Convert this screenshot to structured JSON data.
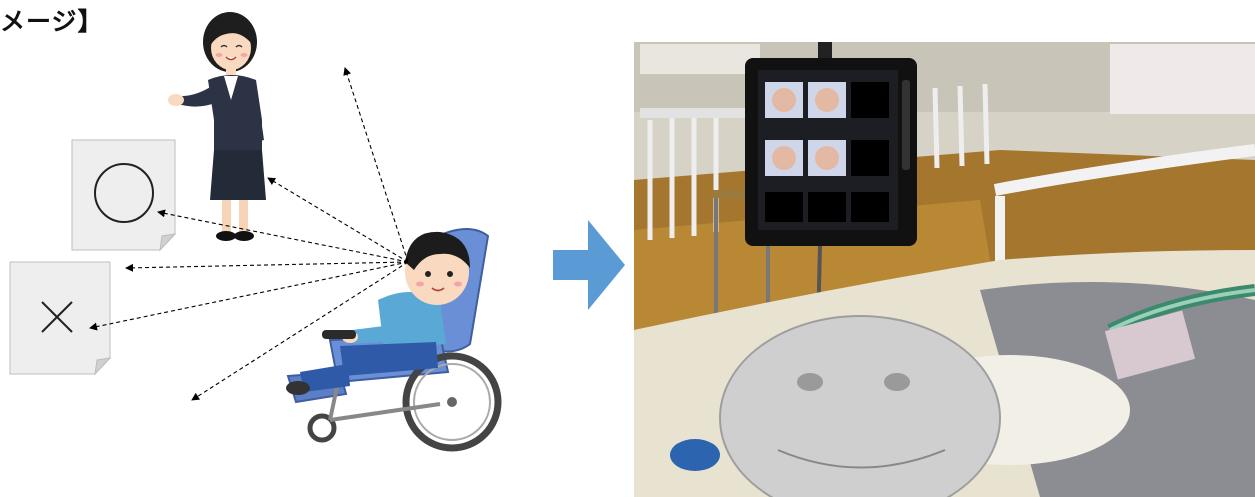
{
  "header": {
    "title": "メージ】"
  },
  "cards": [
    {
      "symbol": "circle"
    },
    {
      "symbol": "cross"
    }
  ],
  "colors": {
    "arrow": "#5b9bd5",
    "paper": "#eeeeee",
    "wheelchair": "#6a8fd6",
    "shirt": "#5aa8d6",
    "suit": "#2c3344",
    "tablet": "#111111",
    "face_overlay": "#cfcfcf",
    "bed": "#e8e2d0"
  }
}
